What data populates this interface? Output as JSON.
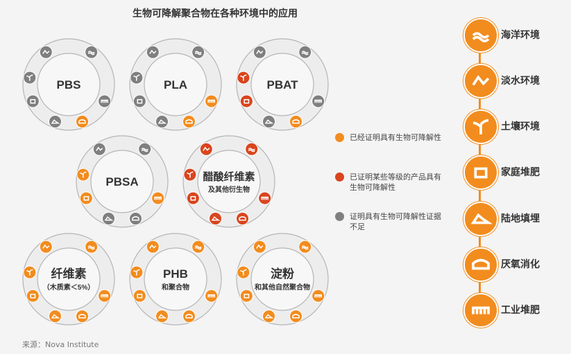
{
  "title": "生物可降解聚合物在各种环境中的应用",
  "source": "来源：Nova Institute",
  "colors": {
    "proven": "#f28c1e",
    "partial": "#d9451e",
    "insufficient": "#7f7f7f",
    "empty": "#ffffff"
  },
  "legend": [
    {
      "status": "proven",
      "text": "已经证明具有生物可降解性"
    },
    {
      "status": "partial",
      "text": "已证明某些等级的产品具有生物可降解性"
    },
    {
      "status": "insufficient",
      "text": "证明具有生物可降解性证据不足"
    }
  ],
  "environments": [
    {
      "label": "海洋环境",
      "icon": "ocean-icon"
    },
    {
      "label": "淡水环境",
      "icon": "freshwater-icon"
    },
    {
      "label": "土壤环境",
      "icon": "soil-icon"
    },
    {
      "label": "家庭堆肥",
      "icon": "home-compost-icon"
    },
    {
      "label": "陆地填埋",
      "icon": "landfill-icon"
    },
    {
      "label": "厌氧消化",
      "icon": "anaerobic-digestion-icon"
    },
    {
      "label": "工业堆肥",
      "icon": "industrial-compost-icon"
    }
  ],
  "polymers": [
    {
      "name": "PBS",
      "sub": "",
      "status": [
        "insufficient",
        "insufficient",
        "insufficient",
        "insufficient",
        "insufficient",
        "proven",
        "insufficient"
      ]
    },
    {
      "name": "PLA",
      "sub": "",
      "status": [
        "insufficient",
        "insufficient",
        "insufficient",
        "insufficient",
        "insufficient",
        "proven",
        "proven"
      ]
    },
    {
      "name": "PBAT",
      "sub": "",
      "status": [
        "insufficient",
        "insufficient",
        "partial",
        "partial",
        "insufficient",
        "proven",
        "insufficient"
      ]
    },
    {
      "name": "PBSA",
      "sub": "",
      "status": [
        "insufficient",
        "insufficient",
        "proven",
        "proven",
        "insufficient",
        "insufficient",
        "proven"
      ]
    },
    {
      "name": "醋酸纤维素",
      "sub": "及其他衍生物",
      "status": [
        "partial",
        "partial",
        "partial",
        "partial",
        "partial",
        "partial",
        "partial"
      ]
    },
    {
      "name": "纤维素",
      "sub": "（木质素＜5%）",
      "status": [
        "proven",
        "proven",
        "proven",
        "proven",
        "proven",
        "proven",
        "proven"
      ]
    },
    {
      "name": "PHB",
      "sub": "和聚合物",
      "status": [
        "proven",
        "proven",
        "proven",
        "proven",
        "proven",
        "proven",
        "proven"
      ]
    },
    {
      "name": "淀粉",
      "sub": "和其他自然聚合物",
      "status": [
        "proven",
        "proven",
        "proven",
        "proven",
        "proven",
        "proven",
        "proven"
      ]
    }
  ]
}
